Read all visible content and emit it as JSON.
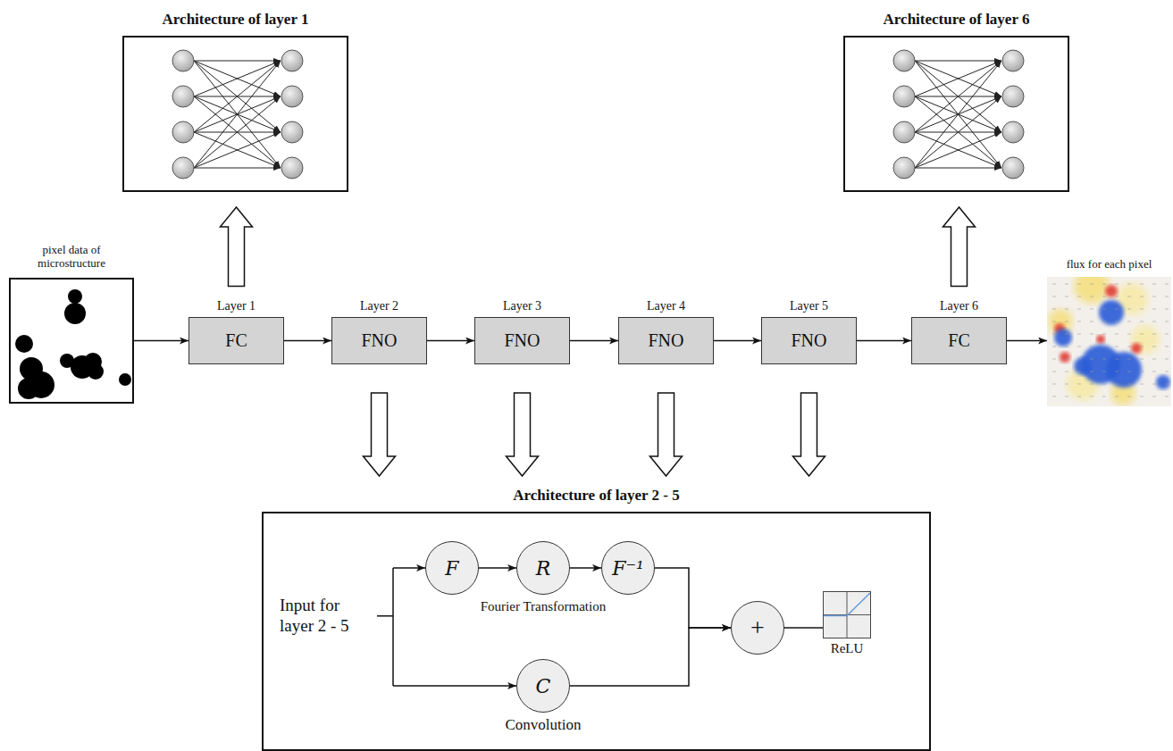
{
  "diagram": {
    "nodes": [
      {
        "text": [
          "Architecture of layer 1"
        ]
      },
      {
        "text": [
          "Architecture of layer 6"
        ]
      },
      {
        "text": [
          "pixel data of microstructure"
        ]
      },
      {
        "text": [
          "Layer 1",
          "FC"
        ]
      },
      {
        "text": [
          "Layer 2",
          "FNO"
        ]
      },
      {
        "text": [
          "Layer 3",
          "FNO"
        ]
      },
      {
        "text": [
          "Layer 4",
          "FNO"
        ]
      },
      {
        "text": [
          "Layer 5",
          "FNO"
        ]
      },
      {
        "text": [
          "Layer 6",
          "FC"
        ]
      },
      {
        "text": [
          "flux for each pixel"
        ]
      },
      {
        "text": [
          "Architecture of layer 2 - 5"
        ]
      },
      {
        "text": [
          "F"
        ],
        "in": 10
      },
      {
        "text": [
          "R"
        ],
        "in": 10
      },
      {
        "text": [
          "F⁻¹"
        ],
        "in": 10
      },
      {
        "text": [
          "C",
          "Convolution"
        ],
        "in": 10
      },
      {
        "text": [
          "+"
        ],
        "in": 10
      },
      {
        "text": [
          "ReLU"
        ],
        "in": 10
      }
    ],
    "edges": [
      {
        "from": 2,
        "to": 3,
        "arrow": "to"
      },
      {
        "from": 3,
        "to": 4,
        "arrow": "to"
      },
      {
        "from": 4,
        "to": 5,
        "arrow": "to"
      },
      {
        "from": 5,
        "to": 6,
        "arrow": "to"
      },
      {
        "from": 6,
        "to": 7,
        "arrow": "to"
      },
      {
        "from": 7,
        "to": 8,
        "arrow": "to"
      },
      {
        "from": 8,
        "to": 9,
        "arrow": "to"
      },
      {
        "from": 3,
        "to": 0,
        "arrow": "to"
      },
      {
        "from": 8,
        "to": 1,
        "arrow": "to"
      },
      {
        "from": 4,
        "to": 10,
        "arrow": "to"
      },
      {
        "from": 5,
        "to": 10,
        "arrow": "to"
      },
      {
        "from": 6,
        "to": 10,
        "arrow": "to"
      },
      {
        "from": 7,
        "to": 10,
        "arrow": "to"
      },
      {
        "from": 11,
        "to": 12,
        "arrow": "to"
      },
      {
        "from": 12,
        "to": 13,
        "arrow": "to"
      },
      {
        "from": 13,
        "to": 15,
        "arrow": "to"
      },
      {
        "from": 14,
        "to": 15,
        "arrow": "to"
      },
      {
        "from": 15,
        "to": 16,
        "arrow": "none"
      }
    ],
    "labels": [
      "Input for layer 2 - 5",
      "Fourier Transformation"
    ]
  }
}
